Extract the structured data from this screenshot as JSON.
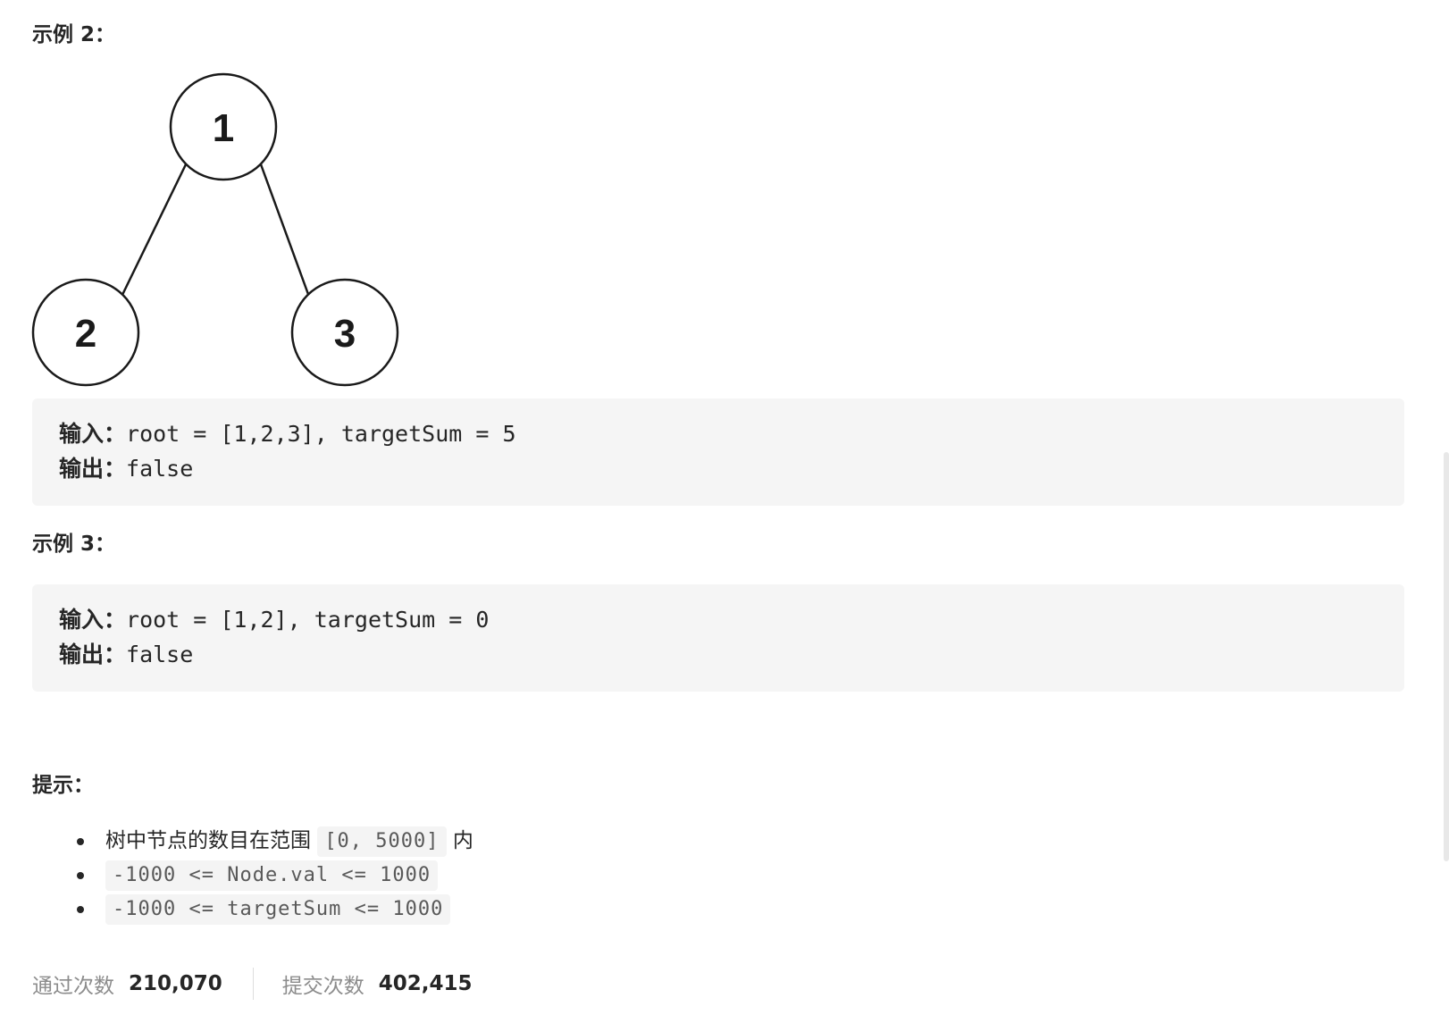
{
  "example2": {
    "heading": "示例 2：",
    "tree": {
      "root": "1",
      "left": "2",
      "right": "3"
    },
    "input_label": "输入：",
    "input_value": "root = [1,2,3], targetSum = 5",
    "output_label": "输出：",
    "output_value": "false"
  },
  "example3": {
    "heading": "示例 3：",
    "input_label": "输入：",
    "input_value": "root = [1,2], targetSum = 0",
    "output_label": "输出：",
    "output_value": "false"
  },
  "hints": {
    "heading": "提示：",
    "items": [
      {
        "before": "树中节点的数目在范围 ",
        "code": "[0, 5000]",
        "after": " 内"
      },
      {
        "before": "",
        "code": "-1000 <= Node.val <= 1000",
        "after": ""
      },
      {
        "before": "",
        "code": "-1000 <= targetSum <= 1000",
        "after": ""
      }
    ]
  },
  "stats": {
    "accepted_label": "通过次数",
    "accepted_value": "210,070",
    "submissions_label": "提交次数",
    "submissions_value": "402,415"
  }
}
